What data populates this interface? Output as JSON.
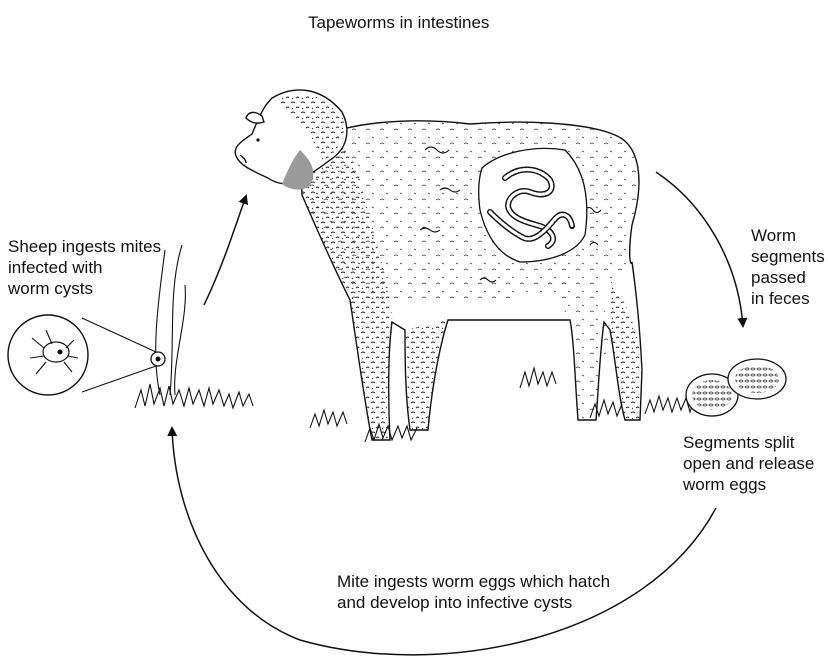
{
  "labels": {
    "title": "Tapeworms in intestines",
    "sheep_ingests": [
      "Sheep ingests mites",
      "infected with",
      "worm cysts"
    ],
    "worm_segments": [
      "Worm",
      "segments",
      "passed",
      "in feces"
    ],
    "segments_split": [
      "Segments split",
      "open and release",
      "worm eggs"
    ],
    "mite_ingests": [
      "Mite ingests worm eggs which hatch",
      "and develop into infective cysts"
    ]
  },
  "colors": {
    "ink": "#111111",
    "shading": "#9a9a9a",
    "background": "#ffffff"
  }
}
